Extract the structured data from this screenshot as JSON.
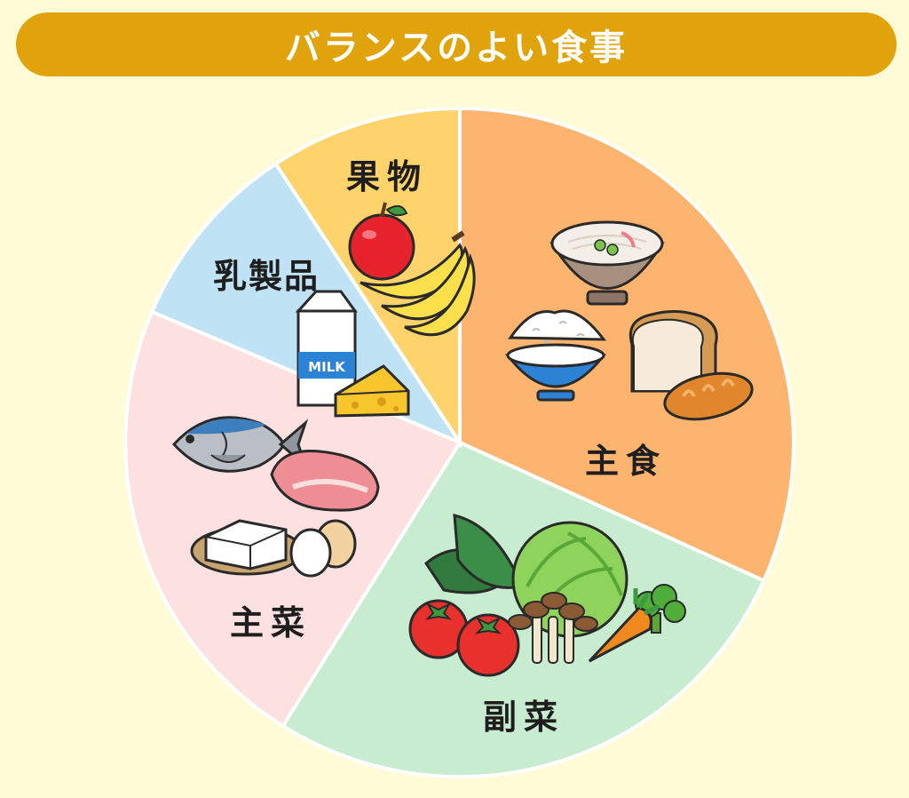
{
  "title": "バランスのよい食事",
  "colors": {
    "background": "#fffbd6",
    "title_bar": "#e0a30c",
    "shushoku": "#fdb46e",
    "fukusai": "#c8ecd0",
    "shusai": "#fde0e0",
    "nyuseihin": "#bfe2f5",
    "kudamono": "#fed36b"
  },
  "segments": [
    {
      "id": "shushoku",
      "label": "主食",
      "items": [
        "noodle-bowl",
        "rice-bowl",
        "bread",
        "bread-roll"
      ]
    },
    {
      "id": "fukusai",
      "label": "副菜",
      "items": [
        "cabbage",
        "greens",
        "tomato",
        "mushrooms",
        "carrot",
        "broccoli"
      ]
    },
    {
      "id": "shusai",
      "label": "主菜",
      "items": [
        "fish",
        "meat",
        "tofu",
        "egg"
      ]
    },
    {
      "id": "nyuseihin",
      "label": "乳製品",
      "items": [
        "milk-carton",
        "cheese"
      ],
      "milk_text": "MILK"
    },
    {
      "id": "kudamono",
      "label": "果物",
      "items": [
        "apple",
        "banana"
      ]
    }
  ]
}
